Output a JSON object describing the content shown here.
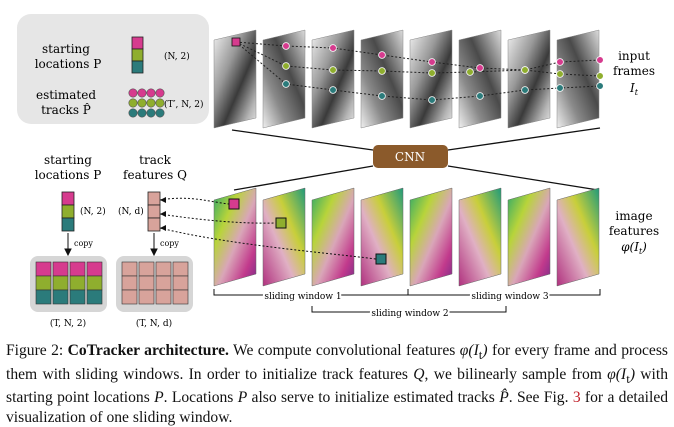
{
  "figure": {
    "legend_box": {
      "starting_locations_label_line1": "starting",
      "starting_locations_label_line2": "locations P",
      "starting_shape": "(N, 2)",
      "estimated_tracks_label_line1": "estimated",
      "estimated_tracks_label_line2": "tracks P̂",
      "estimated_shape": "(T′, N, 2)"
    },
    "input_frames_label_line1": "input",
    "input_frames_label_line2": "frames",
    "input_frames_symbol": "I",
    "input_frames_subscript": "t",
    "cnn_label": "CNN",
    "image_features_label_line1": "image",
    "image_features_label_line2": "features",
    "image_features_symbol": "φ(I",
    "image_features_subscript": "t",
    "image_features_close": ")",
    "left_panel": {
      "starting_label_line1": "starting",
      "starting_label_line2": "locations P",
      "track_label_line1": "track",
      "track_label_line2": "features Q",
      "starting_shape": "(N, 2)",
      "track_shape": "(N, d)",
      "copy_left": "copy",
      "copy_right": "copy",
      "bottom_shape_left": "(T, N, 2)",
      "bottom_shape_right": "(T, N, d)"
    },
    "sliding_windows": [
      "sliding window 1",
      "sliding window 2",
      "sliding window 3"
    ],
    "colors": {
      "cnn_box": "#8b5a2b",
      "point_magenta": "#d63b8e",
      "point_olive": "#8fae2e",
      "point_teal": "#2b7b7b",
      "track_feature": "#d8a39b",
      "legend_bg": "#e6e6e6"
    }
  },
  "caption": {
    "figure_number": "Figure 2:",
    "title": "CoTracker architecture.",
    "body": [
      " We compute convolutional features ",
      "φ(I",
      "t",
      ")",
      " for every frame and process them with sliding windows. In order to initialize track features ",
      "Q",
      ", we bilinearly sample from ",
      "φ(I",
      "t",
      ")",
      " with starting point locations ",
      "P",
      ". Locations ",
      "P",
      " also serve to initialize estimated tracks ",
      "P̂",
      ". See Fig. ",
      "3",
      " for a detailed visualization of one sliding window."
    ]
  }
}
